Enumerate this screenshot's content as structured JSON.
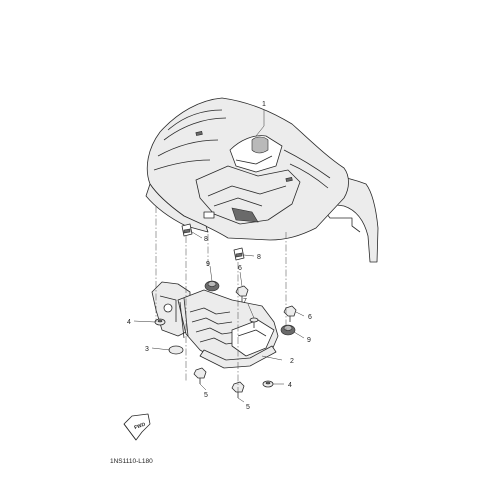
{
  "diagram": {
    "callouts": {
      "c1": "1",
      "c2": "2",
      "c3": "3",
      "c4a": "4",
      "c4b": "4",
      "c5a": "5",
      "c5b": "5",
      "c6a": "6",
      "c6b": "6",
      "c7": "7",
      "c8a": "8",
      "c8b": "8",
      "c9a": "9",
      "c9b": "9"
    },
    "direction_label": "FWD",
    "figure_code": "1NS1110-L180"
  }
}
